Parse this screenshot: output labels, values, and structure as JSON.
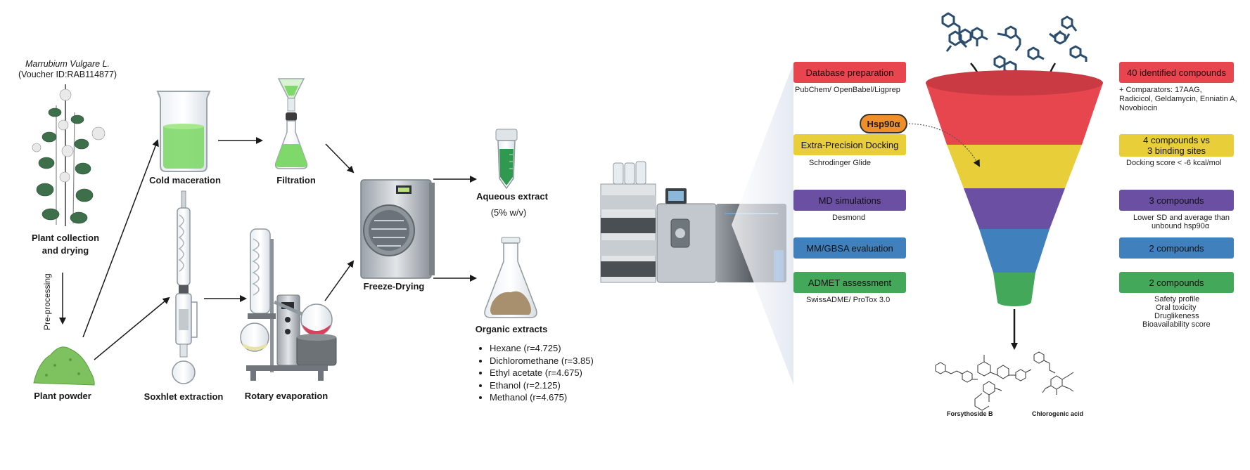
{
  "plant": {
    "species": "Marrubium Vulgare L.",
    "voucher": "(Voucher ID:RAB114877)",
    "collection_line1": "Plant collection",
    "collection_line2": "and drying",
    "preprocessing": "Pre-processing",
    "powder": "Plant powder"
  },
  "extraction": {
    "cold_maceration": "Cold maceration",
    "filtration": "Filtration",
    "soxhlet": "Soxhlet extraction",
    "rotary": "Rotary evaporation",
    "freeze_drying": "Freeze-Drying",
    "aqueous": "Aqueous extract",
    "aqueous_conc": "(5% w/v)",
    "organic": "Organic extracts",
    "solvents": [
      "Hexane (r=4.725)",
      "Dichloromethane (r=3.85)",
      "Ethyl acetate (r=4.675)",
      "Ethanol (r=2.125)",
      "Methanol (r=4.675)"
    ]
  },
  "workflow": {
    "target": "Hsp90α",
    "steps": [
      {
        "label": "Database preparation",
        "sub": "PubChem/ OpenBabel/Ligprep",
        "color": "#e8464f"
      },
      {
        "label": "Extra-Precision Docking",
        "sub": "Schrodinger Glide",
        "color": "#e8cf3a"
      },
      {
        "label": "MD simulations",
        "sub": "Desmond",
        "color": "#6a4fa3"
      },
      {
        "label": "MM/GBSA evaluation",
        "sub": "",
        "color": "#3f80bd"
      },
      {
        "label": "ADMET assessment",
        "sub": "SwissADME/ ProTox 3.0",
        "color": "#44a85a"
      }
    ],
    "results": [
      {
        "label": "40 identified compounds",
        "sub": [
          "+ Comparators: 17AAG,",
          "Radicicol, Geldamycin, Enniatin A,",
          "Novobiocin"
        ],
        "color": "#e8464f"
      },
      {
        "label_line1": "4 compounds vs",
        "label_line2": "3 binding sites",
        "sub": [
          "Docking score < -6 kcal/mol"
        ],
        "color": "#e8cf3a"
      },
      {
        "label": "3 compounds",
        "sub": [
          "Lower SD and average than",
          "unbound hsp90α"
        ],
        "color": "#6a4fa3"
      },
      {
        "label": "2 compounds",
        "sub": [],
        "color": "#3f80bd"
      },
      {
        "label": "2 compounds",
        "sub": [
          "Safety profile",
          "Oral toxicity",
          "Druglikeness",
          "Bioavailability score"
        ],
        "color": "#44a85a"
      }
    ],
    "funnel_colors": [
      "#e8464f",
      "#e8cf3a",
      "#6a4fa3",
      "#3f80bd",
      "#44a85a"
    ],
    "final_compounds": [
      "Forsythoside B",
      "Chlorogenic acid"
    ]
  }
}
